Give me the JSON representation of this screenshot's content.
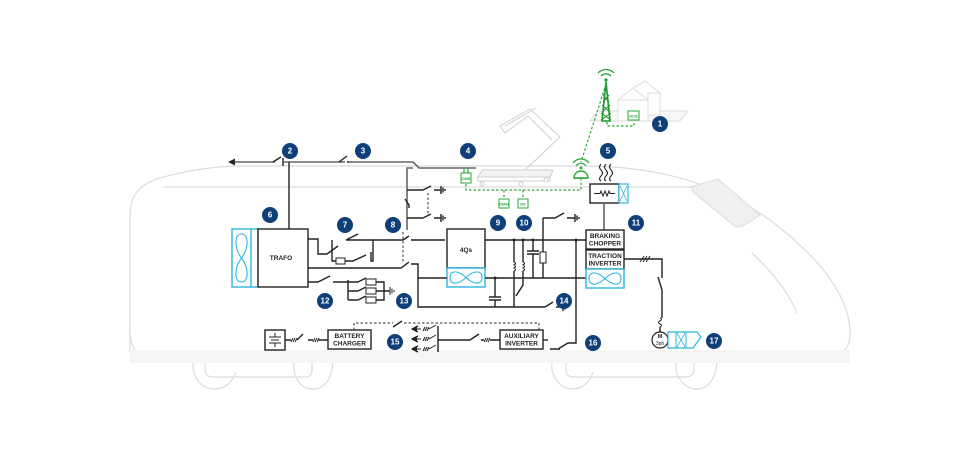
{
  "diagram": {
    "subject": "Train traction power circuit schematic",
    "colors": {
      "badge": "#0e3f78",
      "wire": "#222222",
      "cooling": "#2bb7de",
      "wireless": "#2aa83a",
      "outline": "#dcdcdc"
    },
    "badges": [
      "1",
      "2",
      "3",
      "4",
      "5",
      "6",
      "7",
      "8",
      "9",
      "10",
      "11",
      "12",
      "13",
      "14",
      "15",
      "16",
      "17"
    ],
    "components": {
      "trafo": "TRAFO",
      "four_q": "4Qs",
      "braking_chopper": [
        "BRAKING",
        "CHOPPER"
      ],
      "traction_inverter": [
        "TRACTION",
        "INVERTER"
      ],
      "battery_charger": [
        "BATTERY",
        "CHARGER"
      ],
      "auxiliary_inverter": [
        "AUXILIARY",
        "INVERTER"
      ],
      "motor": [
        "M",
        "3ph"
      ]
    },
    "wireless_modules": {
      "depot": "DCS",
      "roof": "CMS",
      "diag": "DIAG",
      "io": "I/O"
    },
    "icons": [
      "cell-tower-icon",
      "depot-house-icon",
      "wifi-antenna-icon",
      "heat-waves-icon",
      "cooling-fan-icon",
      "battery-icon",
      "pantograph-icon",
      "ground-icon",
      "resistor-icon",
      "capacitor-icon",
      "inductor-icon",
      "arrow-left-icon"
    ]
  }
}
